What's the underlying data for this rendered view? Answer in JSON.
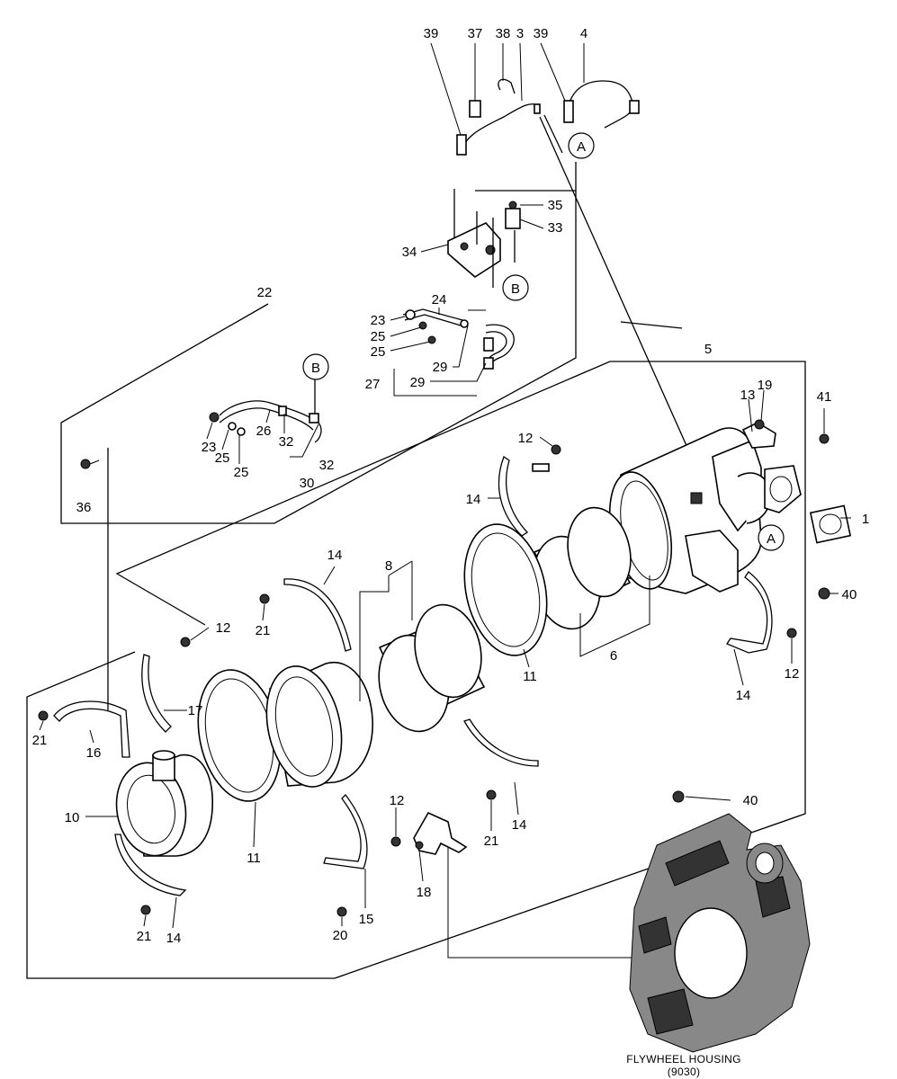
{
  "labels": {
    "l39a": "39",
    "l37": "37",
    "l38": "38",
    "l3": "3",
    "l39b": "39",
    "l4": "4",
    "l35": "35",
    "l33": "33",
    "l34": "34",
    "l22": "22",
    "l24": "24",
    "l23a": "23",
    "l25a": "25",
    "l25b": "25",
    "l29a": "29",
    "l27": "27",
    "l29b": "29",
    "l23b": "23",
    "l25c": "25",
    "l25d": "25",
    "l26": "26",
    "l32a": "32",
    "l32b": "32",
    "l30": "30",
    "l36": "36",
    "l5": "5",
    "l13": "13",
    "l19": "19",
    "l41": "41",
    "l1": "1",
    "l12a": "12",
    "l14a": "14",
    "l40a": "40",
    "l8": "8",
    "l14b": "14",
    "l21a": "21",
    "l12b": "12",
    "l11a": "11",
    "l6": "6",
    "l12c": "12",
    "l14c": "14",
    "l17": "17",
    "l21b": "21",
    "l16": "16",
    "l10": "10",
    "l11b": "11",
    "l12d": "12",
    "l21c": "21",
    "l14d": "14",
    "l40b": "40",
    "l18": "18",
    "l15": "15",
    "l20": "20",
    "l21d": "21",
    "l14e": "14"
  },
  "refs": {
    "rA1": "A",
    "rB1": "B",
    "rB2": "B",
    "rA2": "A"
  },
  "caption": {
    "line1": "FLYWHEEL HOUSING",
    "line2": "(9030)"
  }
}
